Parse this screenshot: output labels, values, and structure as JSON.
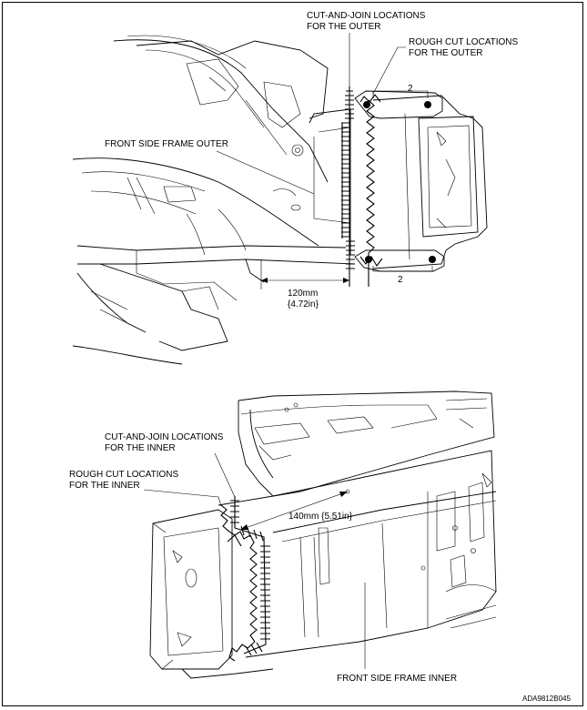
{
  "figure_id": "ADA9812B045",
  "top_diagram": {
    "cut_join_label": [
      "CUT-AND-JOIN LOCATIONS",
      "FOR THE OUTER"
    ],
    "rough_cut_label": [
      "ROUGH CUT LOCATIONS",
      "FOR THE OUTER"
    ],
    "part_label": "FRONT SIDE FRAME OUTER",
    "callout_top": "2",
    "callout_bottom": "2",
    "dimension": [
      "120mm",
      "{4.72in}"
    ]
  },
  "bottom_diagram": {
    "cut_join_label": [
      "CUT-AND-JOIN LOCATIONS",
      "FOR THE INNER"
    ],
    "rough_cut_label": [
      "ROUGH CUT LOCATIONS",
      "FOR THE INNER"
    ],
    "part_label": "FRONT SIDE FRAME INNER",
    "dimension": "140mm {5.51in}"
  }
}
